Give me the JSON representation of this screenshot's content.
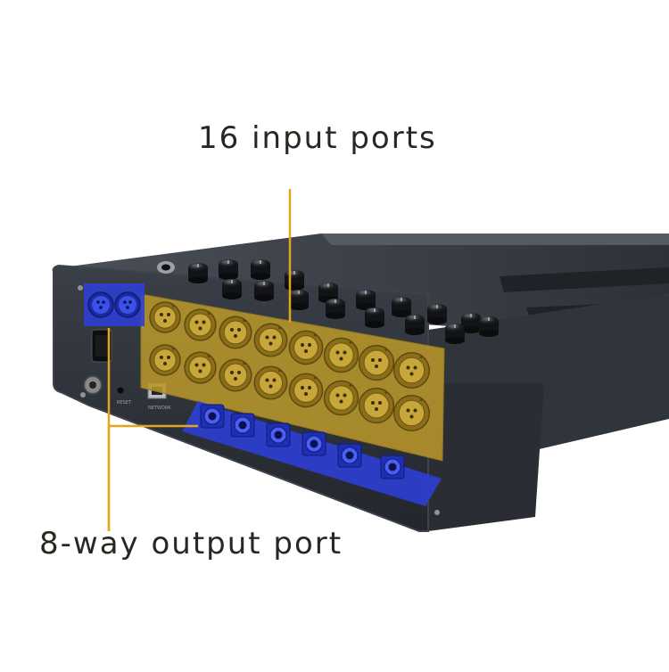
{
  "labels": {
    "input_ports": "16 input ports",
    "output_port": "8-way output port"
  },
  "panel_text": {
    "reset": "RESET",
    "network": "NETWORK"
  },
  "counts": {
    "input_ports": 16,
    "output_ports": 8
  },
  "colors": {
    "background": "#ffffff",
    "device_body": "#2b2f37",
    "device_edge": "#3d424c",
    "input_highlight": "#b8962a",
    "output_highlight": "#2d3fd0",
    "callout_line": "#e3a51c",
    "caption_text": "#2a2622"
  }
}
